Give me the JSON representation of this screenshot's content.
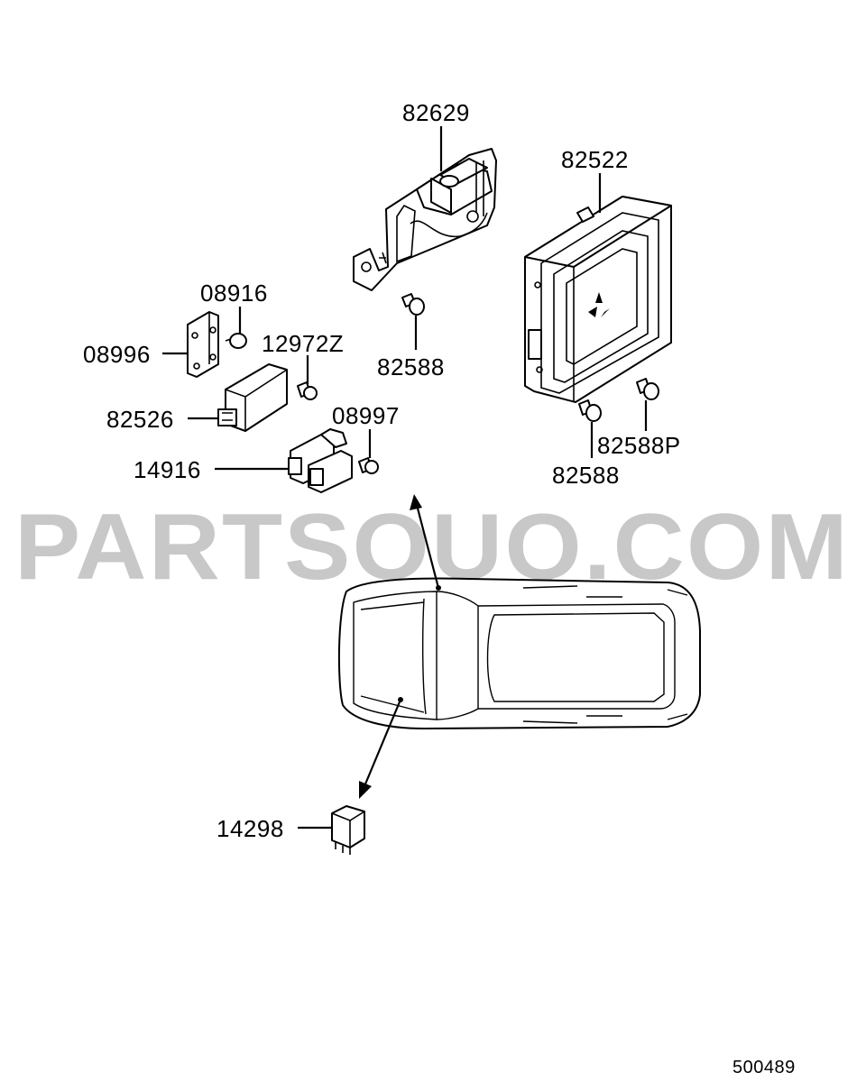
{
  "watermark": "PARTSOUQ.COM",
  "figure_number": "500489",
  "callouts": [
    {
      "id": "c-82629",
      "text": "82629"
    },
    {
      "id": "c-82522",
      "text": "82522"
    },
    {
      "id": "c-08916",
      "text": "08916"
    },
    {
      "id": "c-08996",
      "text": "08996"
    },
    {
      "id": "c-12972Z",
      "text": "12972Z"
    },
    {
      "id": "c-82588-a",
      "text": "82588"
    },
    {
      "id": "c-82526",
      "text": "82526"
    },
    {
      "id": "c-08997",
      "text": "08997"
    },
    {
      "id": "c-14916",
      "text": "14916"
    },
    {
      "id": "c-82588P",
      "text": "82588P"
    },
    {
      "id": "c-82588-b",
      "text": "82588"
    },
    {
      "id": "c-14298",
      "text": "14298"
    }
  ]
}
